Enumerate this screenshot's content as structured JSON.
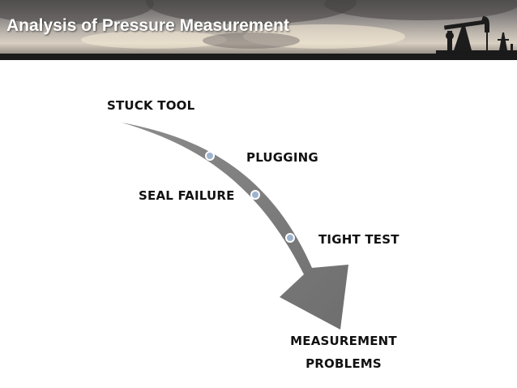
{
  "slide": {
    "title": "Analysis of Pressure Measurement"
  },
  "diagram": {
    "start_label": "STUCK TOOL",
    "steps": [
      {
        "label": "PLUGGING"
      },
      {
        "label": "SEAL FAILURE"
      },
      {
        "label": "TIGHT TEST"
      }
    ],
    "end_label_line1": "MEASUREMENT",
    "end_label_line2": "PROBLEMS"
  },
  "colors": {
    "arrow": "#7f7f7f",
    "dot_fill": "#9db3cf",
    "dot_stroke": "#ffffff",
    "banner_dark": "#1a1a1a",
    "text": "#111111"
  },
  "icons": [
    "oil-pump-jack-icon"
  ]
}
